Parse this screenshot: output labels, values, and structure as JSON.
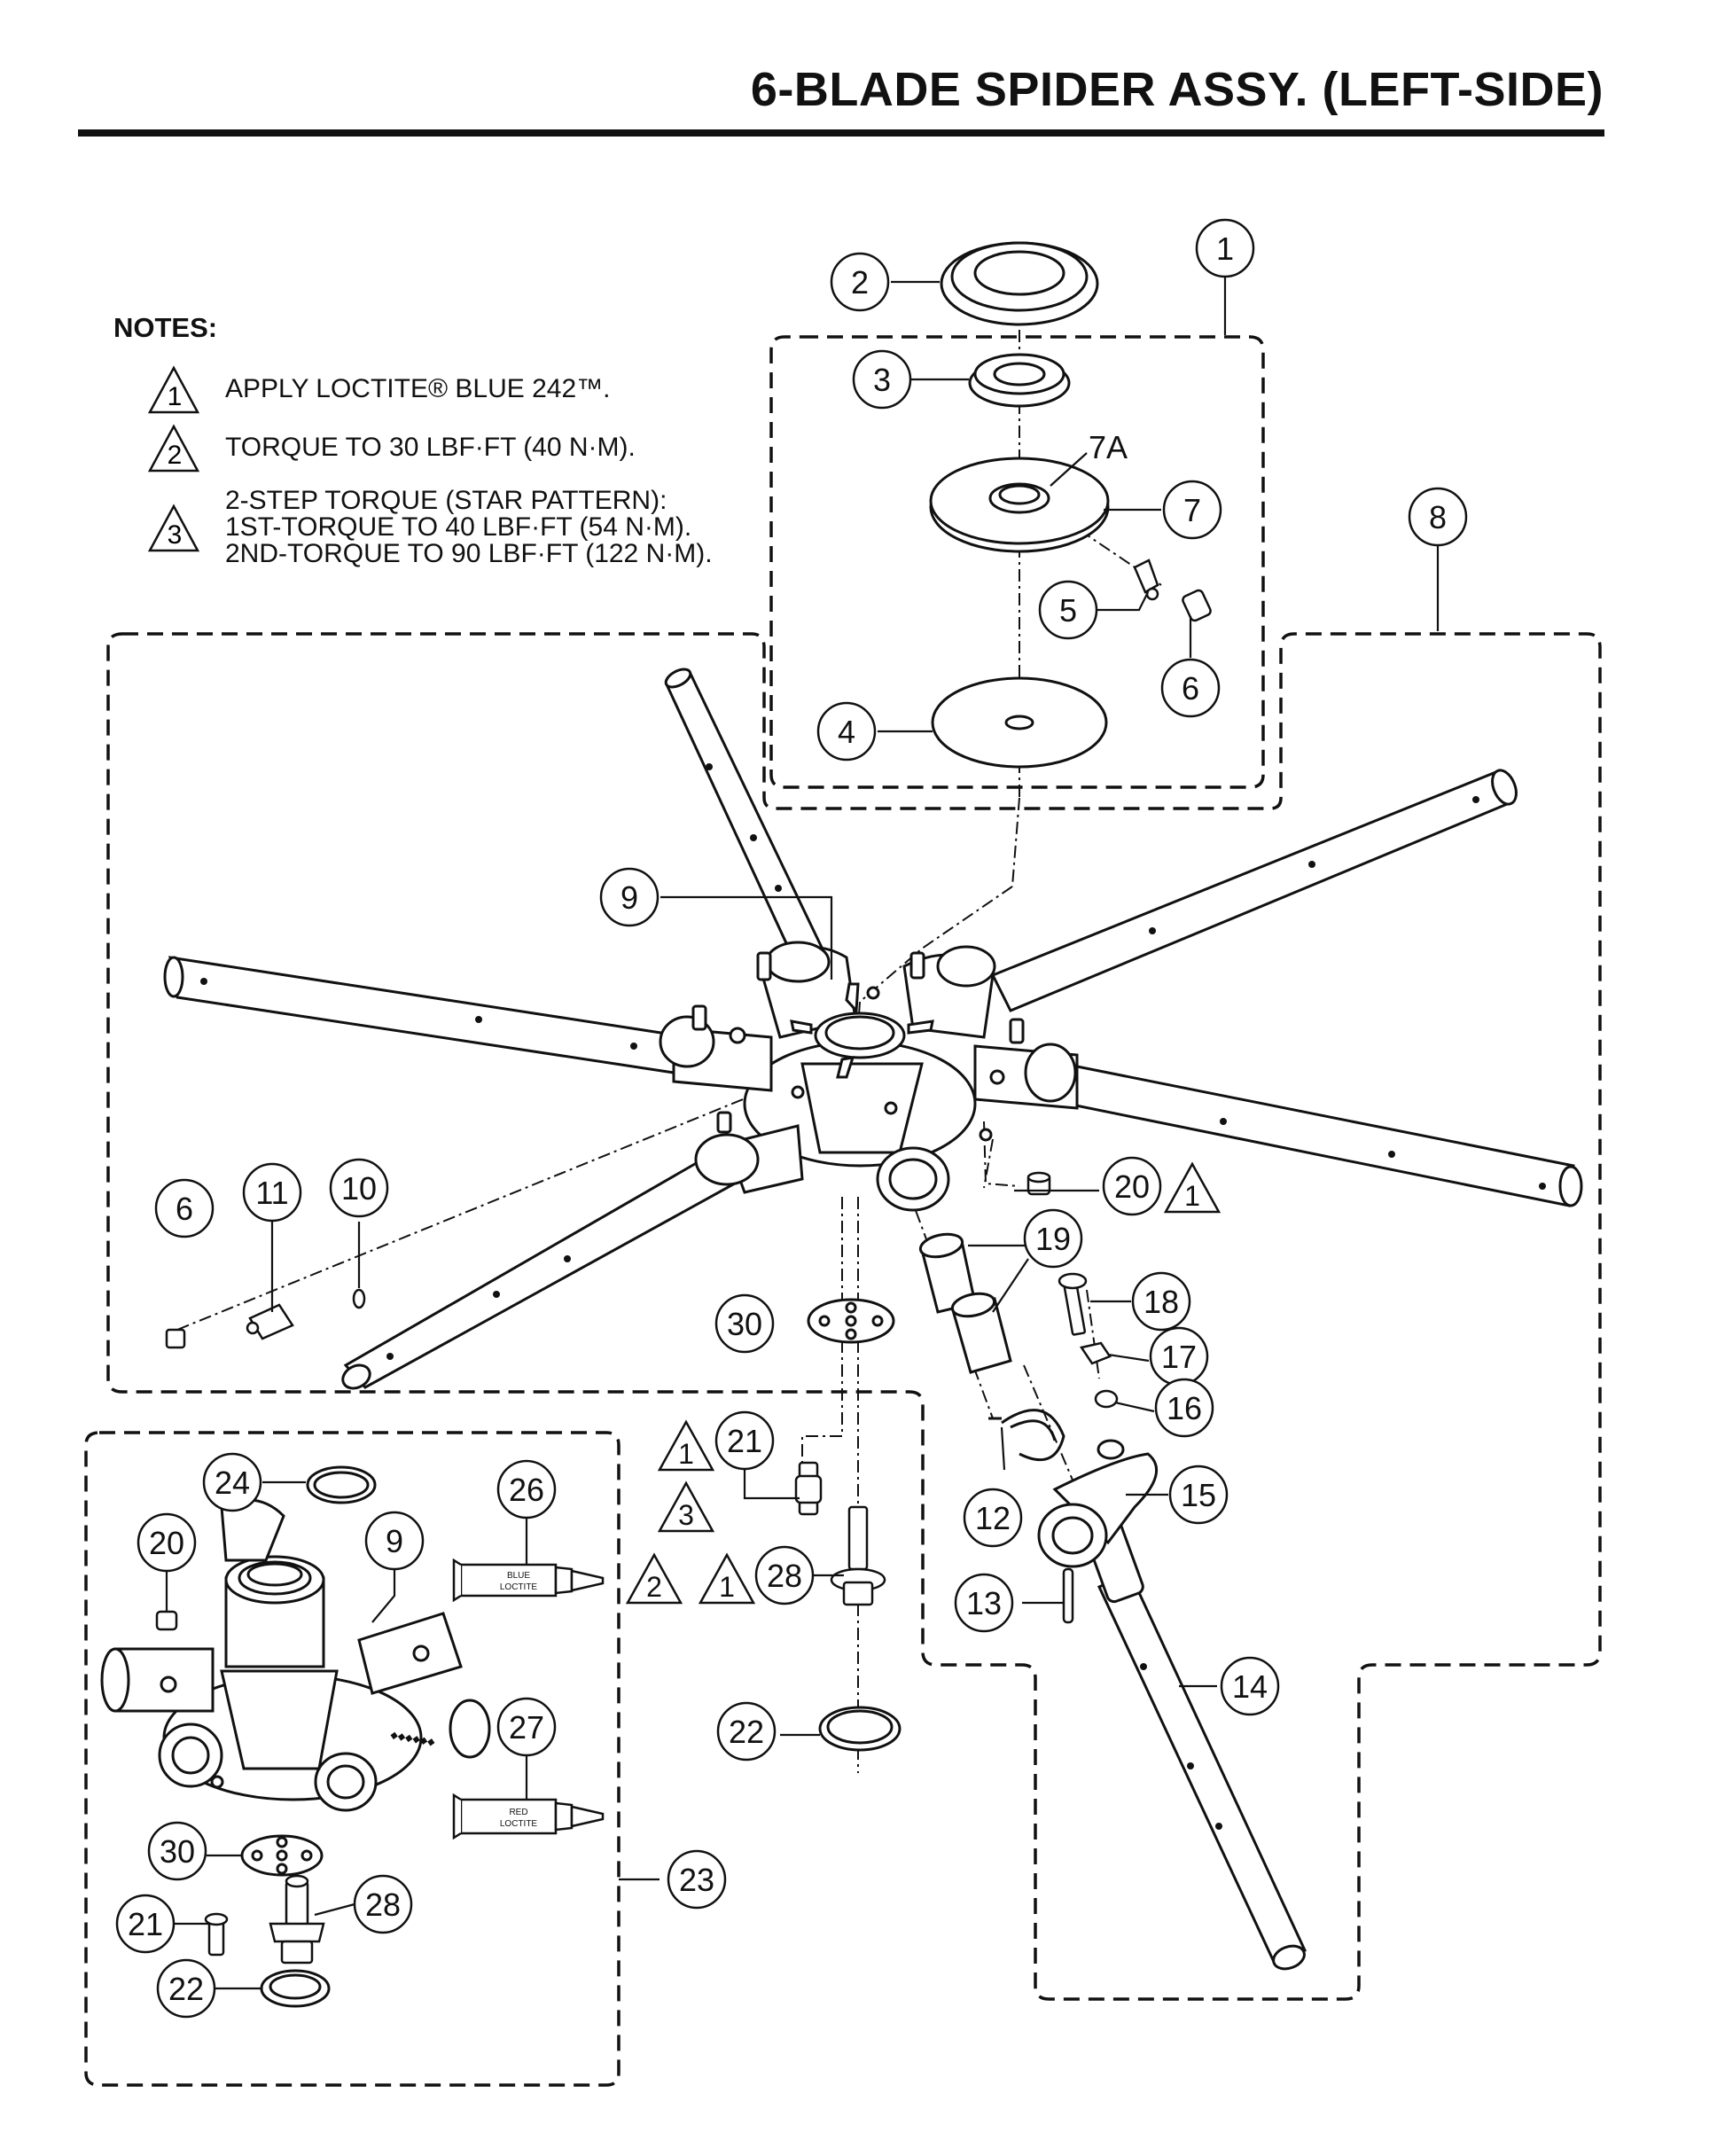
{
  "title": "6-BLADE SPIDER ASSY. (LEFT-SIDE)",
  "notes": {
    "heading": "NOTES:",
    "items": [
      {
        "num": "1",
        "lines": [
          "APPLY LOCTITE® BLUE 242™."
        ]
      },
      {
        "num": "2",
        "lines": [
          "TORQUE TO 30 LBF·FT (40 N·M)."
        ]
      },
      {
        "num": "3",
        "lines": [
          "2-STEP TORQUE (STAR PATTERN):",
          "1ST-TORQUE TO 40 LBF·FT (54 N·M).",
          "2ND-TORQUE TO 90 LBF·FT (122 N·M)."
        ]
      }
    ]
  },
  "callouts": {
    "c1": "1",
    "c2": "2",
    "c3": "3",
    "c4": "4",
    "c5": "5",
    "c6a": "6",
    "c6b": "6",
    "c7": "7",
    "c7a": "7A",
    "c8": "8",
    "c9a": "9",
    "c9b": "9",
    "c10": "10",
    "c11": "11",
    "c12": "12",
    "c13": "13",
    "c14": "14",
    "c15": "15",
    "c16": "16",
    "c17": "17",
    "c18": "18",
    "c19": "19",
    "c20a": "20",
    "c20b": "20",
    "c21a": "21",
    "c21b": "21",
    "c22a": "22",
    "c22b": "22",
    "c23": "23",
    "c24": "24",
    "c26": "26",
    "c27": "27",
    "c28a": "28",
    "c28b": "28",
    "c30a": "30",
    "c30b": "30"
  },
  "note_flags": {
    "f20": "1",
    "f21a": "1",
    "f21b": "3",
    "f28a": "2",
    "f28b": "1"
  },
  "tubes": {
    "blue": [
      "BLUE",
      "LOCTITE"
    ],
    "red": [
      "RED",
      "LOCTITE"
    ]
  }
}
